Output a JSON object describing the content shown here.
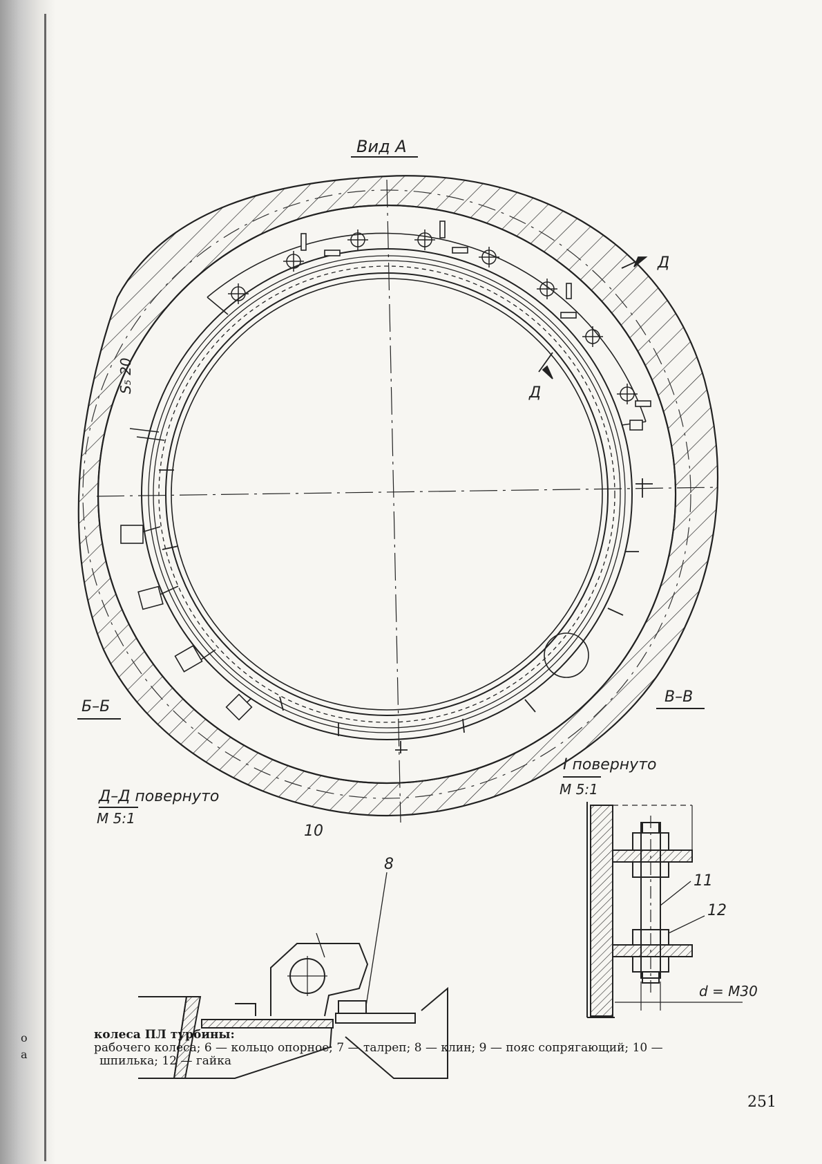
{
  "drawing": {
    "main_view_title": "Вид А",
    "section_d_mark": "Д",
    "weld_symbol": "S₅ 20",
    "section_b_label": "Б–Б",
    "section_v_label": "В–В"
  },
  "detail_dd": {
    "title": "Д–Д повернуто",
    "scale": "М 5:1",
    "callouts": [
      "10",
      "8"
    ]
  },
  "detail_i": {
    "title": "I повернуто",
    "scale": "М 5:1",
    "callouts": [
      "11",
      "12"
    ],
    "thread": "d = М30"
  },
  "caption": {
    "line1": "колеса ПЛ турбины:",
    "line2": "рабочего колеса;  6 — кольцо опорное;  7 — талреп;  8 — клин;  9 — пояс сопрягающий;  10 —",
    "line3": "шпилька;  12 — гайка"
  },
  "page_number": "251",
  "margin_fragments": [
    "о",
    "а"
  ]
}
